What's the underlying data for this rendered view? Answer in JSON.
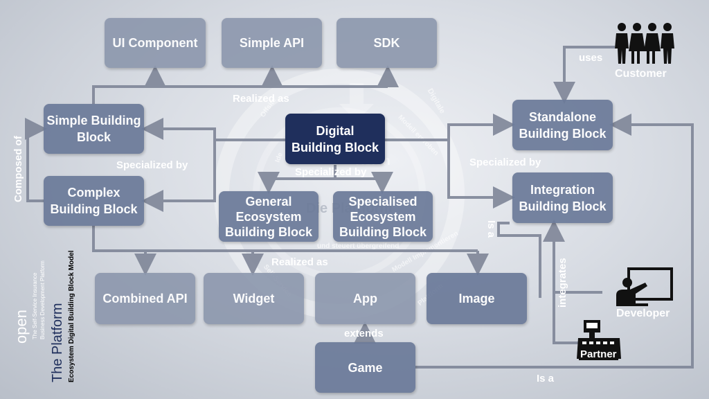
{
  "boxes": {
    "ui_component": "UI Component",
    "simple_api": "Simple API",
    "sdk": "SDK",
    "simple_building_block": "Simple Building\nBlock",
    "complex_building_block": "Complex\nBuilding Block",
    "digital_building_block": "Digital\nBuilding Block",
    "general_ecosystem_building_block": "General\nEcosystem\nBuilding Block",
    "specialised_ecosystem_building_block": "Specialised\nEcosystem\nBuilding Block",
    "standalone_building_block": "Standalone\nBuilding Block",
    "integration_building_block": "Integration\nBuilding Block",
    "combined_api": "Combined API",
    "widget": "Widget",
    "app": "App",
    "image": "Image",
    "game": "Game"
  },
  "labels": {
    "realized_as_top": "Realized as",
    "realized_as_bottom": "Realized as",
    "specialized_by_left": "Specialized by",
    "specialized_by_center": "Specialized by",
    "specialized_by_right": "Specialized by",
    "composed_of": "Composed of",
    "uses": "uses",
    "is_a_right": "Is a",
    "is_a_bottom": "Is  a",
    "integrates": "integrates",
    "extends": "extends"
  },
  "actors": {
    "customer": "Customer",
    "developer": "Developer",
    "partner": "Partner"
  },
  "sidebar": {
    "open": "open",
    "subtitle_line1": "The Self-Service Insurance",
    "subtitle_line2": "Business Development Platform",
    "title": "The Platform",
    "model": "Ecosystem Digital Building Block Model"
  },
  "watermark": {
    "center_title": "Die Plattform",
    "center_sub": "und steuert übergreifend",
    "top_word": "Digitale",
    "ring_1": "Modell erproben",
    "ring_2": "Modell Implementieren",
    "ring_3": "Plattform",
    "ring_4": "Self-Service",
    "ring_5": "Offsite",
    "ring_6": "Ide",
    "ring_7": "Vision"
  },
  "colors": {
    "box_mid": "#6b7a99",
    "box_light": "#8c97ad",
    "box_dark": "#1f2f5c",
    "connector": "#7f8698"
  }
}
